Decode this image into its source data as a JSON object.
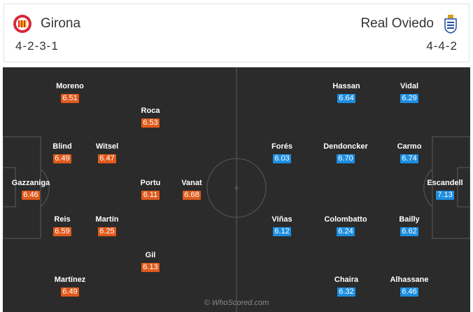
{
  "header": {
    "home": {
      "name": "Girona",
      "formation": "4-2-3-1",
      "badge_icon": "girona-crest-icon",
      "color": "#e05a1c"
    },
    "away": {
      "name": "Real Oviedo",
      "formation": "4-4-2",
      "badge_icon": "real-oviedo-crest-icon",
      "color": "#1c8ee0"
    }
  },
  "pitch": {
    "watermark": "© WhoScored.com",
    "home_players": [
      {
        "name": "Moreno",
        "rating": "6.51"
      },
      {
        "name": "Roca",
        "rating": "6.53"
      },
      {
        "name": "Blind",
        "rating": "6.49"
      },
      {
        "name": "Witsel",
        "rating": "6.47"
      },
      {
        "name": "Gazzaniga",
        "rating": "6.46"
      },
      {
        "name": "Portu",
        "rating": "6.11"
      },
      {
        "name": "Vanat",
        "rating": "6.68"
      },
      {
        "name": "Reis",
        "rating": "6.59"
      },
      {
        "name": "Martín",
        "rating": "6.25"
      },
      {
        "name": "Gil",
        "rating": "6.13"
      },
      {
        "name": "Martínez",
        "rating": "6.49"
      }
    ],
    "away_players": [
      {
        "name": "Hassan",
        "rating": "6.64"
      },
      {
        "name": "Vidal",
        "rating": "6.29"
      },
      {
        "name": "Forés",
        "rating": "6.03"
      },
      {
        "name": "Dendoncker",
        "rating": "6.70"
      },
      {
        "name": "Carmo",
        "rating": "6.74"
      },
      {
        "name": "Escandell",
        "rating": "7.13"
      },
      {
        "name": "Viñas",
        "rating": "6.12"
      },
      {
        "name": "Colombatto",
        "rating": "6.24"
      },
      {
        "name": "Bailly",
        "rating": "6.62"
      },
      {
        "name": "Chaira",
        "rating": "6.32"
      },
      {
        "name": "Alhassane",
        "rating": "6.46"
      }
    ]
  }
}
